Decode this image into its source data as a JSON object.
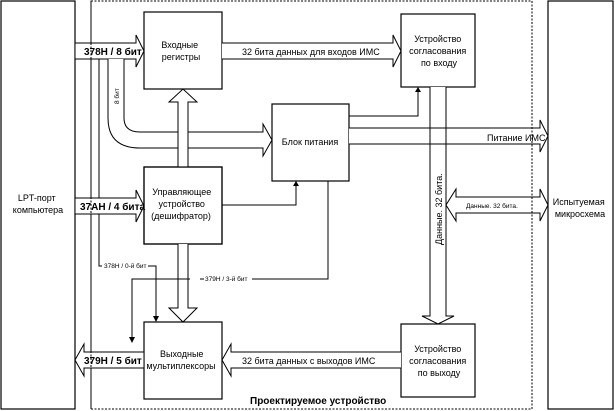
{
  "diagram": {
    "boundary_label": "Проектируемое устройство",
    "blocks": {
      "lpt_port": [
        "LPT-порт",
        "компьютера"
      ],
      "input_registers": [
        "Входные",
        "регистры"
      ],
      "input_matching": [
        "Устройство",
        "согласования",
        "по входу"
      ],
      "power_unit": [
        "Блок питания"
      ],
      "control_unit": [
        "Управляющее",
        "устройство",
        "(дешифратор)"
      ],
      "output_mux": [
        "Выходные",
        "мультиплексоры"
      ],
      "output_matching": [
        "Устройство",
        "согласования",
        "по выходу"
      ],
      "chip_under_test": [
        "Испытуемая",
        "микросхема"
      ]
    },
    "arrows": {
      "port_378h": "378H / 8 бит",
      "port_37ah": "37AH / 4 бита",
      "port_379h": "379H / 5 бит",
      "bits_8": "8 бит",
      "data_to_inputs": "32 бита данных для входов ИМС",
      "data_from_outputs": "32 бита данных с выходов ИМС",
      "chip_power": "Питание ИМС",
      "data_bus_vertical": "Данные. 32 бита.",
      "data_bus_chip": "Данные. 32 бита.",
      "bit0_378h": "378H / 0-й бит",
      "bit3_379h": "379H / 3-й бит"
    }
  }
}
